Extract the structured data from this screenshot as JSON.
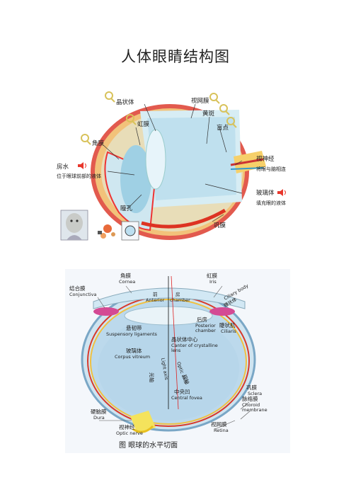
{
  "page": {
    "title": "人体眼睛结构图"
  },
  "figure1": {
    "labels": {
      "lens": "晶状体",
      "iris": "虹膜",
      "cornea": "角膜",
      "aqueous": "房水",
      "aqueous_desc": "位于眼球前部的液体",
      "pupil": "瞳孔",
      "retina": "视网膜",
      "fovea": "黄斑",
      "blind_spot": "盲点",
      "optic_nerve": "视神经",
      "optic_nerve_desc": "将眼与脑相连",
      "vitreous": "玻璃体",
      "vitreous_desc": "填充眼的液体",
      "sclera": "巩膜"
    },
    "colors": {
      "speaker": "#e8372c",
      "magnifier": "#d8c25a"
    }
  },
  "figure2": {
    "caption": "图      眼球的水平切面",
    "labels": {
      "cornea_cn": "角膜",
      "cornea_en": "Cornea",
      "iris_cn": "虹膜",
      "iris_en": "Iris",
      "conjunctiva_cn": "结合膜",
      "conjunctiva_en": "Conjunctiva",
      "anterior_cn": "前",
      "anterior_en": "Anterior",
      "chamber_cn": "房",
      "chamber_en": "chamber",
      "ciliary_en": "Ciliary body",
      "ciliary_cn": "睫状体",
      "posterior_cn": "后房",
      "posterior_en1": "Posterior",
      "posterior_en2": "chamber",
      "cilium_cn": "睫状肌",
      "cilium_en": "Ciliaris",
      "suspensory_cn": "悬韧带",
      "suspensory_en": "Suspensory ligaments",
      "lens_center_cn": "晶状体中心",
      "lens_center_en1": "Canter of crystalline",
      "lens_center_en2": "lens",
      "vitreous_cn": "玻璃体",
      "vitreous_en": "Corpus vitreum",
      "light_axis_cn": "光轴",
      "light_axis_en": "Light axis",
      "optic_axis_cn": "视轴",
      "optic_axis_en": "Optic axis",
      "fovea_cn": "中央凹",
      "fovea_en": "Central fovea",
      "sclera_cn": "巩膜",
      "sclera_en": "Sclera",
      "choroid_cn": "脉络膜",
      "choroid_en1": "Choroid",
      "choroid_en2": "membrane",
      "retina_cn": "视网膜",
      "retina_en": "Retina",
      "dura_cn": "硬脑膜",
      "dura_en": "Dura",
      "optic_nerve_cn": "视神经",
      "optic_nerve_en": "Optic nerve"
    }
  }
}
